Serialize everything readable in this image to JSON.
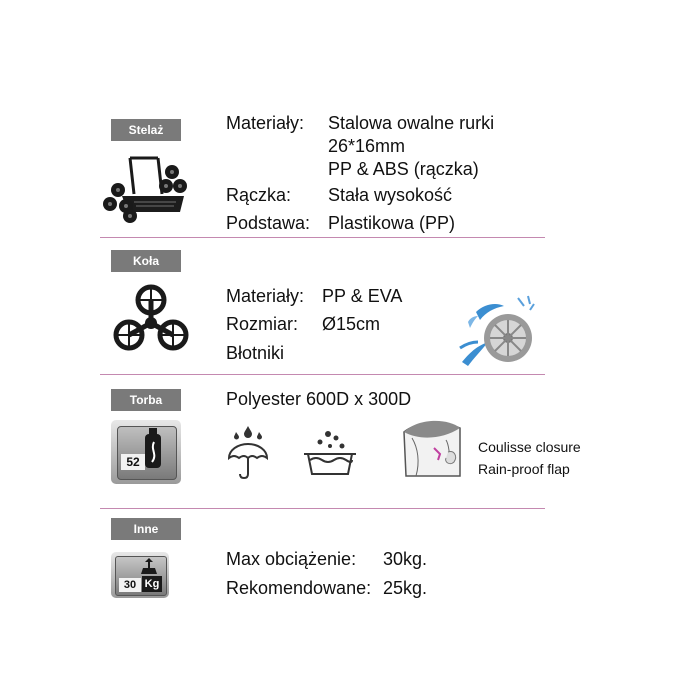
{
  "sections": {
    "stelaz": {
      "tag": "Stelaż",
      "rows": [
        {
          "label": "Materiały:",
          "value": "Stalowa owalne rurki"
        },
        {
          "label": "",
          "value": "26*16mm"
        },
        {
          "label": "",
          "value": "PP & ABS (rączka)"
        },
        {
          "label": "Rączka:",
          "value": "Stała wysokość"
        },
        {
          "label": "Podstawa:",
          "value": "Plastikowa (PP)"
        }
      ]
    },
    "kola": {
      "tag": "Koła",
      "rows": [
        {
          "label": "Materiały:",
          "value": "PP & EVA"
        },
        {
          "label": "Rozmiar:",
          "value": "Ø15cm"
        },
        {
          "label": "Błotniki",
          "value": ""
        }
      ]
    },
    "torba": {
      "tag": "Torba",
      "fabric": "Polyester 600D x 300D",
      "badge_value": "52",
      "features": [
        "Coulisse closure",
        "Rain-proof flap"
      ]
    },
    "inne": {
      "tag": "Inne",
      "badge_value": "30",
      "badge_unit": "Kg",
      "rows": [
        {
          "label": "Max obciążenie:",
          "value": "30kg."
        },
        {
          "label": "Rekomendowane:",
          "value": "25kg."
        }
      ]
    }
  },
  "colors": {
    "tag_bg": "#7a7a7a",
    "divider": "#c489b0",
    "splash_blue": "#3b8ed1"
  },
  "icons": [
    "trolley-frame-icon",
    "tri-wheel-icon",
    "wheel-splash-icon",
    "bottle-badge-icon",
    "umbrella-rain-icon",
    "washing-basin-icon",
    "bag-closure-icon",
    "weight-badge-icon"
  ]
}
